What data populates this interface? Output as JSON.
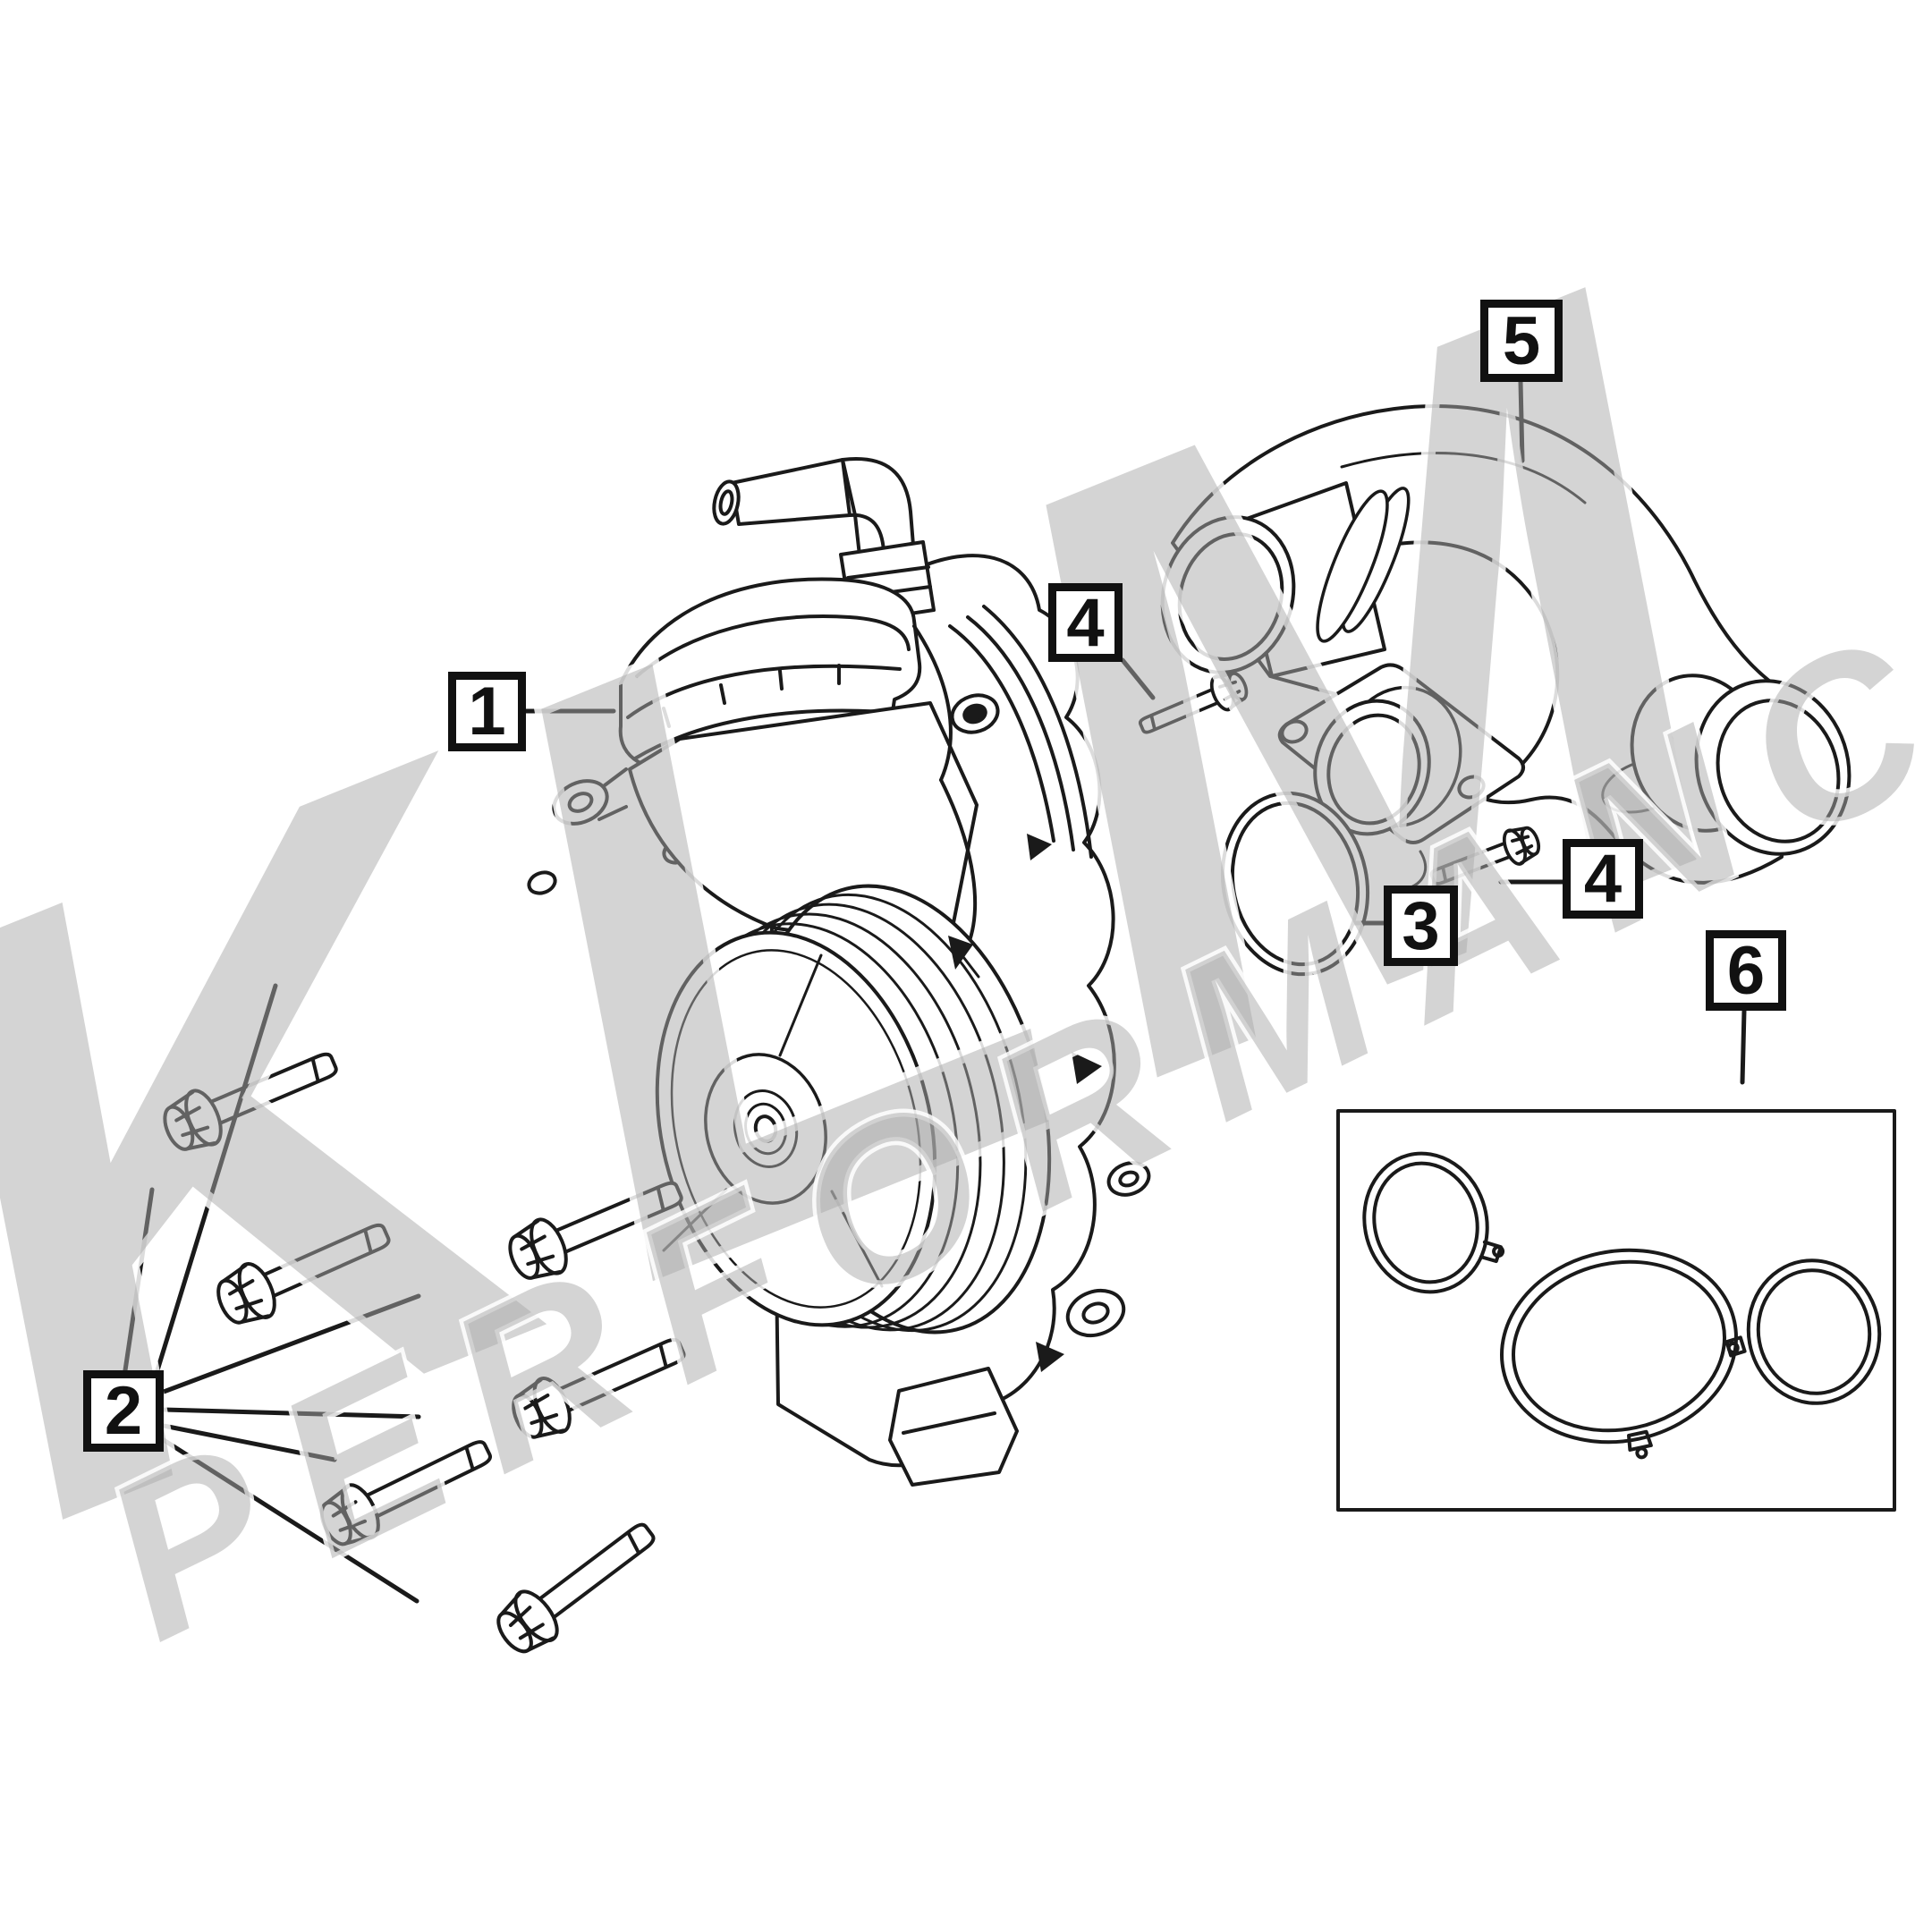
{
  "figure": {
    "background_color": "#ffffff",
    "line_color": "#1a1a1a",
    "watermark": {
      "brand": "KLM",
      "word": "PERFORMANCE",
      "color": "#cfcfcf"
    },
    "callouts": [
      {
        "id": "1",
        "label": "1"
      },
      {
        "id": "2",
        "label": "2"
      },
      {
        "id": "3",
        "label": "3"
      },
      {
        "id": "4a",
        "label": "4"
      },
      {
        "id": "4b",
        "label": "4"
      },
      {
        "id": "5",
        "label": "5"
      },
      {
        "id": "6",
        "label": "6"
      }
    ]
  }
}
